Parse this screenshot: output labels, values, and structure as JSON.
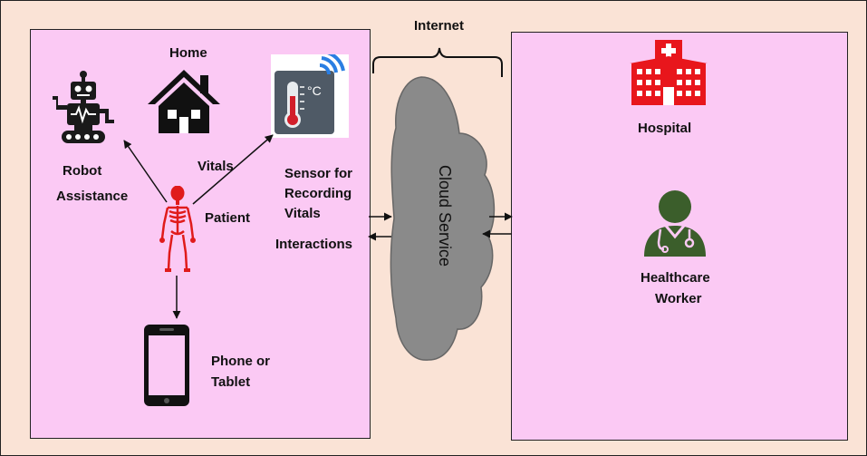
{
  "labels": {
    "internet": "Internet",
    "home": "Home",
    "robot_line1": "Robot",
    "robot_line2": "Assistance",
    "vitals": "Vitals",
    "patient": "Patient",
    "sensor_line1": "Sensor for",
    "sensor_line2": "Recording",
    "sensor_line3": "Vitals",
    "interactions": "Interactions",
    "phone_line1": "Phone or",
    "phone_line2": "Tablet",
    "hospital": "Hospital",
    "worker_line1": "Healthcare",
    "worker_line2": "Worker",
    "cloud": "Cloud Service",
    "thermo_unit": "°C"
  },
  "colors": {
    "background": "#fae3d6",
    "panel": "#fbc9f4",
    "cloud": "#8a8a8a",
    "patient": "#e01b1b",
    "hospital": "#e8161c",
    "worker": "#3b5e2b"
  },
  "icons": [
    "robot-icon",
    "house-icon",
    "thermometer-sensor-icon",
    "skeleton-patient-icon",
    "smartphone-icon",
    "hospital-icon",
    "healthcare-worker-icon",
    "cloud-icon"
  ]
}
